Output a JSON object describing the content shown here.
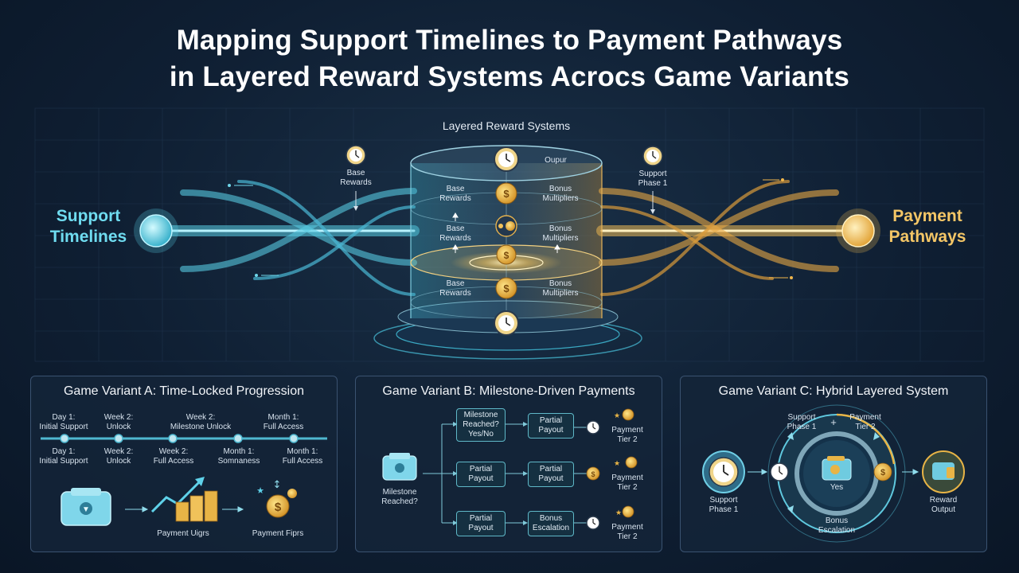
{
  "title": {
    "line1": "Mapping Support Timelines to Payment Pathways",
    "line2": "in Layered Reward Systems Acrocs Game Variants"
  },
  "hero": {
    "center_title": "Layered Reward Systems",
    "left_label_1": "Support",
    "left_label_2": "Timelines",
    "right_label_1": "Payment",
    "right_label_2": "Pathways",
    "callout_left_1": "Base",
    "callout_left_2": "Rewards",
    "callout_right_1": "Support",
    "callout_right_2": "Phase 1",
    "top_right_label": "Oupur",
    "tiers": [
      {
        "left_1": "Base",
        "left_2": "Rewards",
        "right_1": "Bonus",
        "right_2": "Multipliers"
      },
      {
        "left_1": "Base",
        "left_2": "Rewards",
        "right_1": "Bonus",
        "right_2": "Multipliers"
      },
      {
        "left_1": "Base",
        "left_2": "Rewards",
        "right_1": "Bonus",
        "right_2": "Multipliers"
      }
    ]
  },
  "panel_a": {
    "title": "Game Variant A: Time-Locked Progression",
    "top": [
      {
        "l1": "Day 1:",
        "l2": "Initial Support"
      },
      {
        "l1": "Week 2:",
        "l2": "Unlock"
      },
      {
        "l1": "Week 2:",
        "l2": "Milestone Unlock"
      },
      {
        "l1": "Month 1:",
        "l2": "Full Access"
      }
    ],
    "bottom": [
      {
        "l1": "Day 1:",
        "l2": "Initial Support"
      },
      {
        "l1": "Week 2:",
        "l2": "Unlock"
      },
      {
        "l1": "Week 2:",
        "l2": "Full Access"
      },
      {
        "l1": "Month 1:",
        "l2": "Somnaness"
      },
      {
        "l1": "Month 1:",
        "l2": "Full Access"
      }
    ],
    "payment_1": "Payment Uigrs",
    "payment_2": "Payment Fiprs"
  },
  "panel_b": {
    "title": "Game Variant B: Milestone-Driven Payments",
    "start_1": "Milestone",
    "start_2": "Reached?",
    "rows": [
      {
        "a1": "Milestone",
        "a2": "Reached?",
        "a3": "Yes/No",
        "b1": "Partial",
        "b2": "Payout",
        "t1": "Payment",
        "t2": "Tier 2"
      },
      {
        "a1": "Partial",
        "a2": "Payout",
        "a3": "",
        "b1": "Partial",
        "b2": "Payout",
        "t1": "Payment",
        "t2": "Tier 2"
      },
      {
        "a1": "Partial",
        "a2": "Payout",
        "a3": "",
        "b1": "Bonus",
        "b2": "Escalation",
        "t1": "Payment",
        "t2": "Tier 2"
      }
    ]
  },
  "panel_c": {
    "title": "Game Variant C: Hybrid Layered System",
    "left_1": "Support",
    "left_2": "Phase 1",
    "top_left_1": "Support",
    "top_left_2": "Phase 1",
    "plus": "+",
    "top_right_1": "Payment",
    "top_right_2": "Tier 2",
    "center": "Yes",
    "bottom_1": "Bonus",
    "bottom_2": "Escalation",
    "right_1": "Reward",
    "right_2": "Output"
  }
}
